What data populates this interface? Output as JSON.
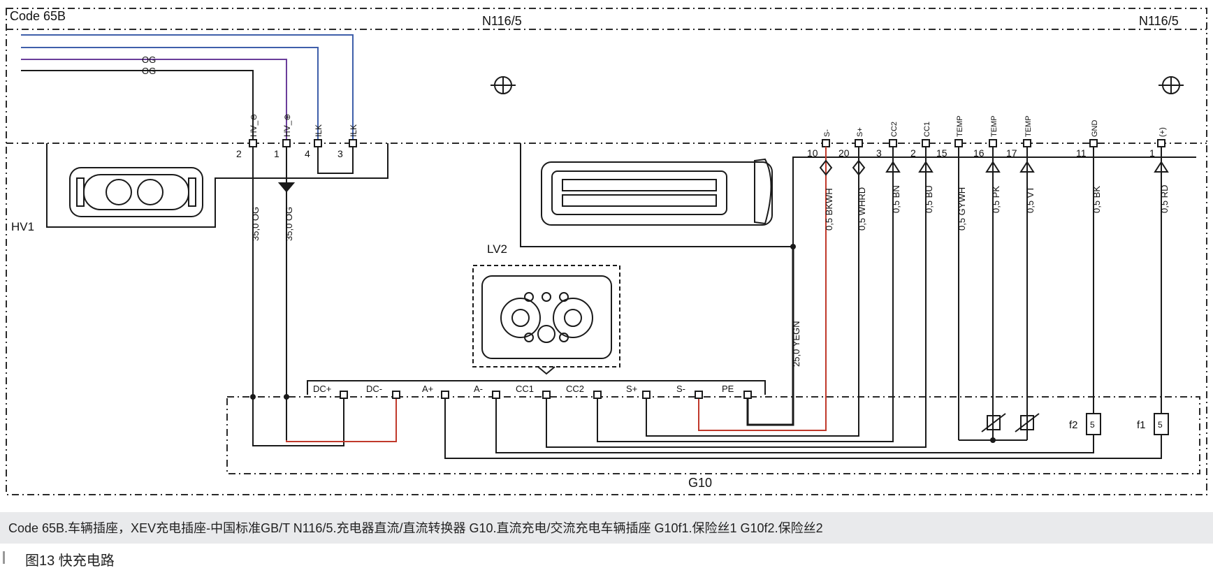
{
  "diagram": {
    "frame_label": "Code 65B",
    "n116_label_center": "N116/5",
    "n116_label_right": "N116/5",
    "hv1_label": "HV1",
    "lv2_label": "LV2",
    "g10_label": "G10",
    "og_wire_1": "OG",
    "og_wire_2": "OG",
    "hv_pins": [
      {
        "name": "HV_⊖",
        "number": "2"
      },
      {
        "name": "HV_⊕",
        "number": "1"
      },
      {
        "name": "ILK",
        "number": "4"
      },
      {
        "name": "ILK",
        "number": "3"
      }
    ],
    "hv_wires": [
      "35,0 OG",
      "35,0 OG"
    ],
    "lv_pins": [
      {
        "name": "S-",
        "number": "10"
      },
      {
        "name": "S+",
        "number": "20"
      },
      {
        "name": "CC2",
        "number": "3"
      },
      {
        "name": "CC1",
        "number": "2"
      },
      {
        "name": "TEMP",
        "number": "15"
      },
      {
        "name": "TEMP",
        "number": "16"
      },
      {
        "name": "TEMP",
        "number": "17"
      },
      {
        "name": "GND",
        "number": "11"
      },
      {
        "name": "(+)",
        "number": "1"
      }
    ],
    "lv_wires": [
      "0,5 BKWH",
      "0,5 WHRD",
      "0,5 BN",
      "0,5 BU",
      "0,5 GYWH",
      "0,5 PK",
      "0,5 VT",
      "0,5 BK",
      "0,5 RD"
    ],
    "pe_wire": "25,0 YEGN",
    "socket_pins": [
      "DC+",
      "DC-",
      "A+",
      "A-",
      "CC1",
      "CC2",
      "S+",
      "S-",
      "PE"
    ],
    "fuses": [
      {
        "label": "f2",
        "value": "5"
      },
      {
        "label": "f1",
        "value": "5"
      }
    ]
  },
  "caption": {
    "text": "Code 65B.车辆插座，XEV充电插座-中国标准GB/T   N116/5.充电器直流/直流转换器   G10.直流充电/交流充电车辆插座   G10f1.保险丝1  G10f2.保险丝2",
    "figure": "图13   快充电路"
  },
  "colors": {
    "line": "#1a1a1a",
    "blue_wire": "#3f5faa",
    "red_wire": "#c0392b",
    "purple_wire": "#6a3d9a",
    "frame": "#2a2a2a",
    "caption_band": "#e9eaec"
  }
}
